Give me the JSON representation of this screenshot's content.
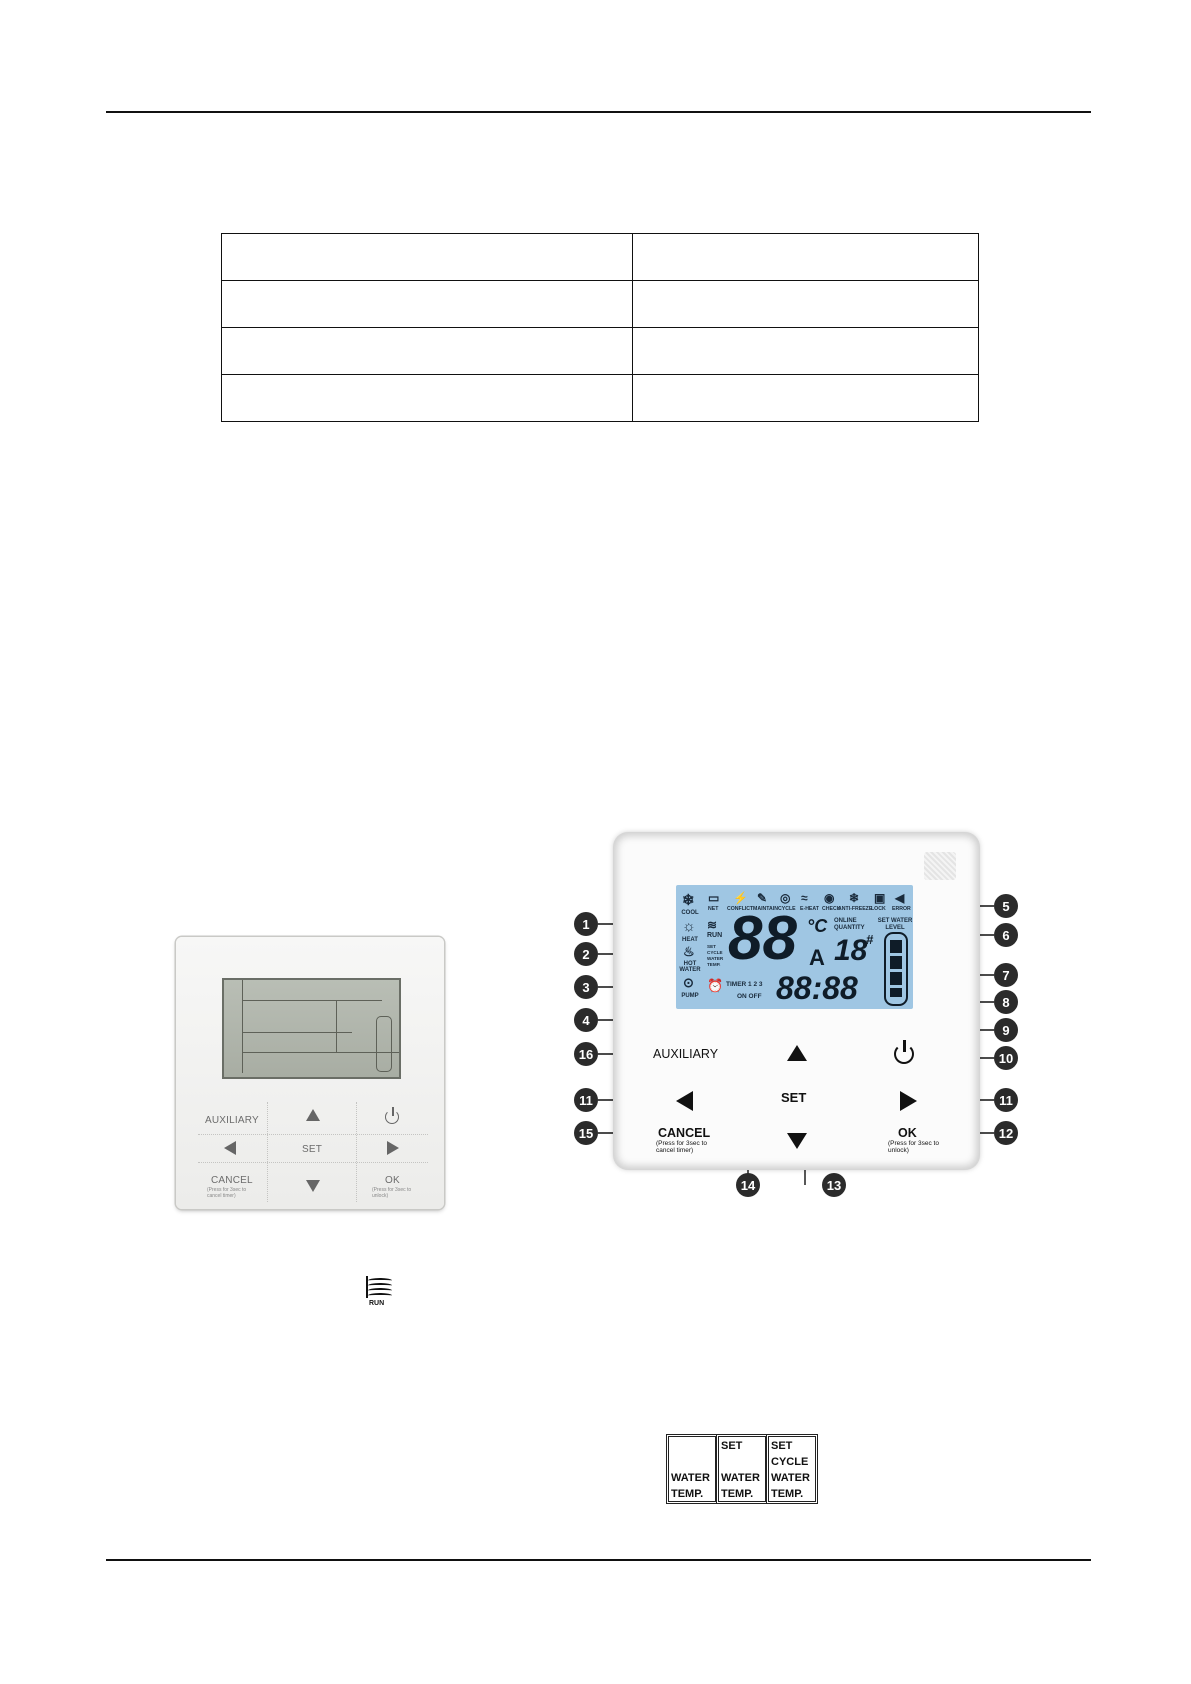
{
  "table": {
    "rows": [
      [
        "",
        ""
      ],
      [
        "",
        ""
      ],
      [
        "",
        ""
      ],
      [
        "",
        ""
      ]
    ]
  },
  "photo": {
    "auxiliary": "AUXILIARY",
    "set": "SET",
    "cancel": "CANCEL",
    "cancel_note": "(Press for 3sec to cancel timer)",
    "ok": "OK",
    "ok_note": "(Press for 3sec to unlock)"
  },
  "diagram": {
    "top_icons": [
      "NET",
      "CONFLICT",
      "MAINTAIN",
      "CYCLE",
      "E-HEAT",
      "CHECK",
      "ANTI-FREEZE",
      "LOCK",
      "ERROR"
    ],
    "modes": [
      "COOL",
      "HEAT",
      "HOT WATER",
      "PUMP"
    ],
    "run": "RUN",
    "set_cycle": "SET CYCLE WATER TEMP.",
    "main_digits": "88",
    "deg": "°C",
    "auto": "A",
    "online_qty": "ONLINE QUANTITY",
    "set_water_level": "SET WATER LEVEL",
    "unit_no": "18",
    "hash": "#",
    "timer": "TIMER 1 2 3",
    "on_off": "ON  OFF",
    "clock": "88:88",
    "auxiliary": "AUXILIARY",
    "set": "SET",
    "cancel": "CANCEL",
    "cancel_note": "(Press for 3sec to cancel timer)",
    "ok": "OK",
    "ok_note": "(Press for 3sec to unlock)",
    "callouts": [
      "1",
      "2",
      "3",
      "4",
      "5",
      "6",
      "7",
      "8",
      "9",
      "10",
      "11",
      "11",
      "12",
      "13",
      "14",
      "15",
      "16"
    ]
  },
  "run_icon": {
    "label": "RUN"
  },
  "temp_boxes": [
    {
      "lines": [
        "",
        "",
        "WATER",
        "TEMP."
      ]
    },
    {
      "lines": [
        "SET",
        "",
        "WATER",
        "TEMP."
      ]
    },
    {
      "lines": [
        "SET",
        "CYCLE",
        "WATER",
        "TEMP."
      ]
    }
  ]
}
